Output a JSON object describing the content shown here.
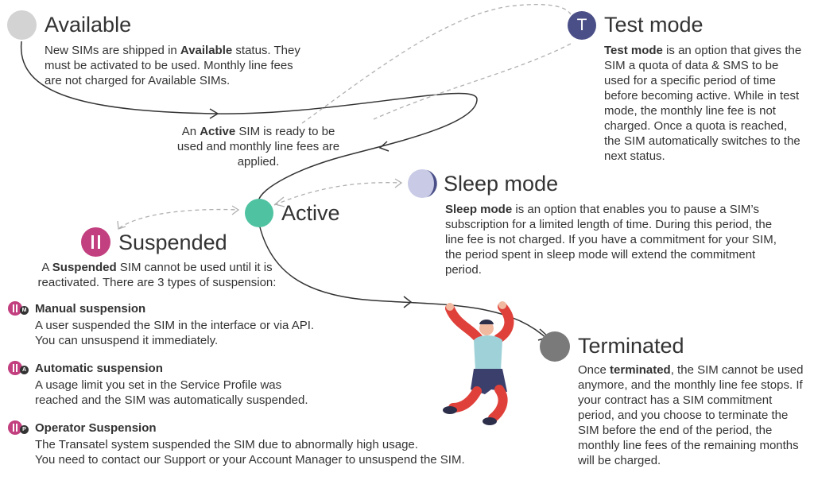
{
  "available": {
    "title": "Available",
    "text_1": "New SIMs are shipped in ",
    "text_bold": "Available",
    "text_2": " status. They must be activated to be used. Monthly line fees are not charged for Available SIMs."
  },
  "test_mode": {
    "title": "Test mode",
    "icon_letter": "T",
    "text_bold": "Test mode",
    "text_rest": " is an option that gives the SIM a quota of data & SMS to be used for a specific period of time before becoming active. While in test mode, the monthly line fee is not charged. Once a quota is reached, the SIM automatically switches to the next status."
  },
  "active_note": {
    "text_1": "An ",
    "text_bold": "Active",
    "text_2": " SIM is ready to be used and monthly line fees are applied."
  },
  "sleep_mode": {
    "title": "Sleep mode",
    "text_bold": "Sleep mode",
    "text_rest": " is an option that enables you to pause a SIM’s subscription for a limited length of time. During this period, the line fee is not charged. If you have a commitment for your SIM, the period spent in sleep mode will extend the commitment period."
  },
  "active": {
    "title": "Active"
  },
  "suspended": {
    "title": "Suspended",
    "text_1": "A ",
    "text_bold": "Suspended",
    "text_2": " SIM cannot be used until it is reactivated. There are 3 types of suspension:",
    "types": [
      {
        "badge": "M",
        "title": "Manual suspension",
        "line1": "A user suspended the SIM in the interface or via API.",
        "line2": "You can unsuspend it immediately."
      },
      {
        "badge": "A",
        "title": "Automatic suspension",
        "line1": "A usage limit you set in the Service Profile was",
        "line2": "reached and the SIM was automatically suspended."
      },
      {
        "badge": "P",
        "title": "Operator Suspension",
        "line1": "The Transatel system suspended the SIM due to abnormally high usage.",
        "line2": "You need to contact our Support or your Account Manager to unsuspend the SIM."
      }
    ]
  },
  "terminated": {
    "title": "Terminated",
    "text_1": "Once ",
    "text_bold": "terminated",
    "text_2": ", the SIM cannot be used anymore, and the monthly line fee stops. If your contract has a SIM commitment period, and you choose to terminate the SIM before the end of the period, the monthly line fees of the remaining months will be charged."
  },
  "colors": {
    "available": "#d3d3d3",
    "test_mode": "#4a4f87",
    "active": "#4fc3a1",
    "sleep": "#c9cbe6",
    "suspended": "#c2407f",
    "terminated": "#7a7a7a",
    "line": "#333333",
    "dashed": "#b0b0b0"
  }
}
